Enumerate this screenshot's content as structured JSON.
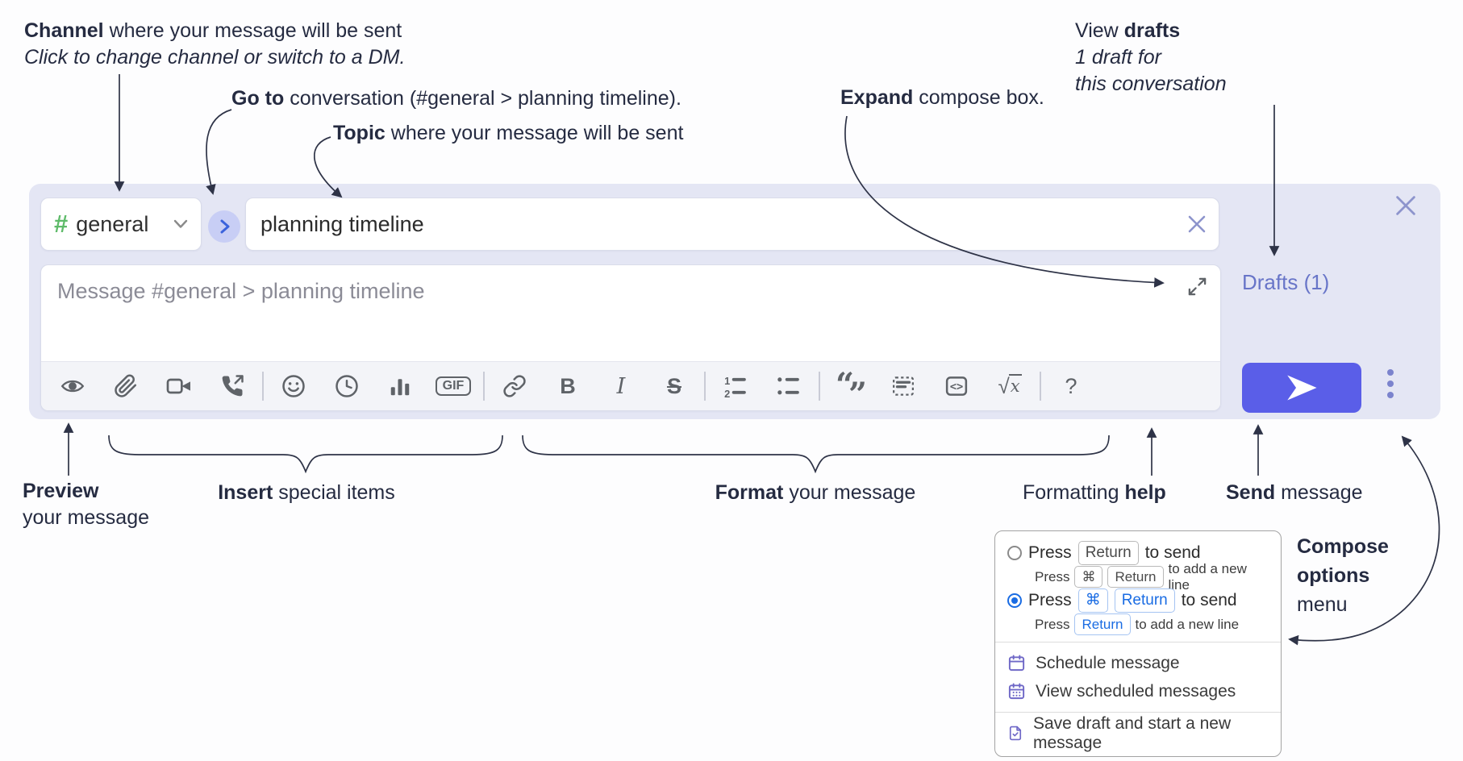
{
  "annotations": {
    "channel": {
      "bold": "Channel",
      "rest": " where your message will be sent",
      "subtitle": "Click to change channel or switch to a DM."
    },
    "go_to": {
      "bold": "Go to",
      "rest": " conversation (#general > planning timeline)."
    },
    "topic": {
      "bold": "Topic",
      "rest": " where your message will be sent"
    },
    "expand": {
      "bold": "Expand",
      "rest": " compose box."
    },
    "view_drafts": {
      "pre": "View ",
      "bold": "drafts",
      "line2": "1 draft for",
      "line3": "this conversation"
    },
    "preview": {
      "bold": "Preview",
      "line2": "your message"
    },
    "insert": {
      "bold": "Insert",
      "rest": " special items"
    },
    "format": {
      "bold": "Format",
      "rest": " your message"
    },
    "formatting_help": {
      "pre": "Formatting ",
      "bold": "help"
    },
    "send": {
      "bold": "Send",
      "rest": " message"
    },
    "compose_options": {
      "line1": "Compose",
      "line2": "options",
      "line3": "menu"
    }
  },
  "compose": {
    "channel": {
      "hash": "#",
      "name": "general"
    },
    "topic_value": "planning timeline",
    "message_placeholder": "Message #general > planning timeline",
    "drafts_link": "Drafts (1)"
  },
  "toolbar": {
    "gif": "GIF",
    "bold": "B",
    "italic": "I",
    "strike": "S",
    "math_sqrt": "√",
    "math_x": "x",
    "help": "?",
    "ol_1": "1",
    "ol_2": "2",
    "quote_open": "“",
    "quote_close": "”",
    "code_label": "<>",
    "icons": [
      "preview",
      "attach-file",
      "start-video-call",
      "start-voice-call",
      "add-emoji",
      "add-global-time",
      "add-poll",
      "add-gif",
      "link",
      "bold",
      "italic",
      "strikethrough",
      "numbered-list",
      "bulleted-list",
      "quote",
      "spoiler",
      "code",
      "math",
      "message-formatting-help"
    ]
  },
  "popup": {
    "options": [
      {
        "press": "Press",
        "keys": [
          "Return"
        ],
        "suffix": "to send",
        "selected": false,
        "sub": {
          "press": "Press",
          "keys": [
            "⌘",
            "Return"
          ],
          "suffix": "to add a new line"
        }
      },
      {
        "press": "Press",
        "keys": [
          "⌘",
          "Return"
        ],
        "suffix": "to send",
        "selected": true,
        "sub": {
          "press": "Press",
          "keys": [
            "Return"
          ],
          "suffix": "to add a new line"
        }
      }
    ],
    "menu_items": [
      "Schedule message",
      "View scheduled messages",
      "Save draft and start a new message"
    ]
  },
  "colors": {
    "send_button": "#5a5ee8",
    "compose_bg": "#e4e6f4",
    "drafts_link": "#6875c8",
    "radio_selected": "#1a6ce3",
    "menu_icon_purple": "#6f68c7",
    "hash_green": "#5fbb6a",
    "annotation_ink": "#252b41",
    "toolbar_icon": "#5f6368"
  }
}
